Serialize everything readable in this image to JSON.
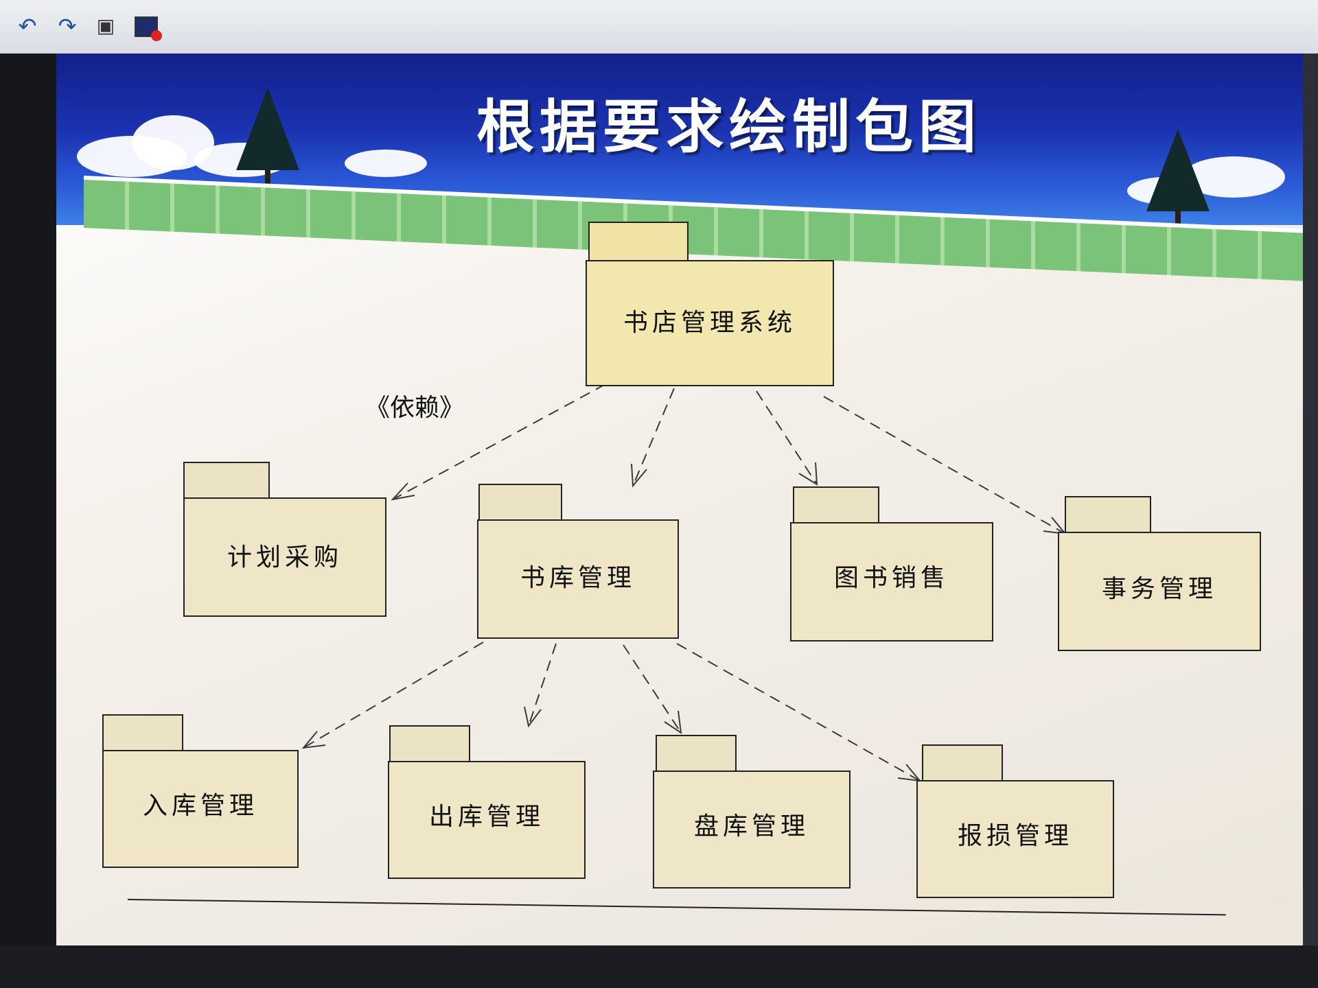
{
  "toolbar": {
    "buttons": [
      {
        "name": "undo",
        "icon": "undo-icon",
        "glyph": "↶"
      },
      {
        "name": "redo",
        "icon": "redo-icon",
        "glyph": "↷"
      },
      {
        "name": "screenshot",
        "icon": "camera-icon",
        "glyph": "▣"
      },
      {
        "name": "record",
        "icon": "record-screen-icon",
        "glyph": ""
      }
    ]
  },
  "slide": {
    "title": "根据要求绘制包图"
  },
  "diagram": {
    "stereotype": "《依赖》",
    "packages": {
      "root": "书店管理系统",
      "plan": "计划采购",
      "warehouse": "书库管理",
      "sales": "图书销售",
      "affairs": "事务管理",
      "inbound": "入库管理",
      "outbound": "出库管理",
      "inventory": "盘库管理",
      "damage": "报损管理"
    },
    "colors": {
      "package_fill": "#efe6c8",
      "root_fill": "#f3e7b0",
      "banner": "#1b33b0"
    }
  }
}
